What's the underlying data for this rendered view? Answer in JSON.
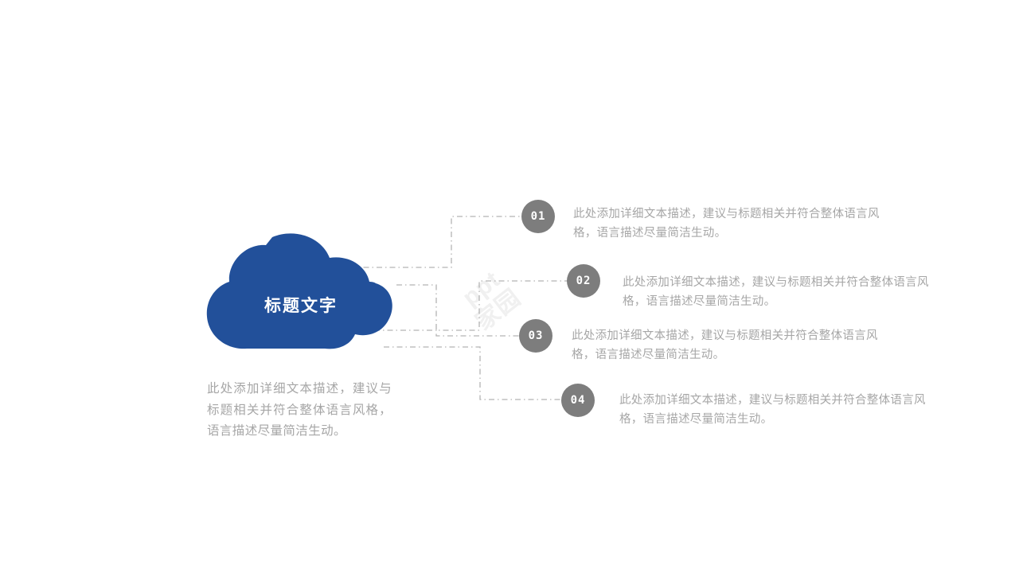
{
  "slide": {
    "background_color": "#ffffff",
    "accent_color": "#22509a",
    "badge_color": "#7d7d7d",
    "body_text_color": "#a6a6a6"
  },
  "cloud": {
    "title": "标题文字",
    "caption": "此处添加详细文本描述，建议与标题相关并符合整体语言风格，语言描述尽量简洁生动。"
  },
  "watermark": {
    "line1": "ppt",
    "line2": "家园"
  },
  "items": [
    {
      "number": "01",
      "text": "此处添加详细文本描述，建议与标题相关并符合整体语言风格，语言描述尽量简洁生动。"
    },
    {
      "number": "02",
      "text": "此处添加详细文本描述，建议与标题相关并符合整体语言风格，语言描述尽量简洁生动。"
    },
    {
      "number": "03",
      "text": "此处添加详细文本描述，建议与标题相关并符合整体语言风格，语言描述尽量简洁生动。"
    },
    {
      "number": "04",
      "text": "此处添加详细文本描述，建议与标题相关并符合整体语言风格，语言描述尽量简洁生动。"
    }
  ]
}
